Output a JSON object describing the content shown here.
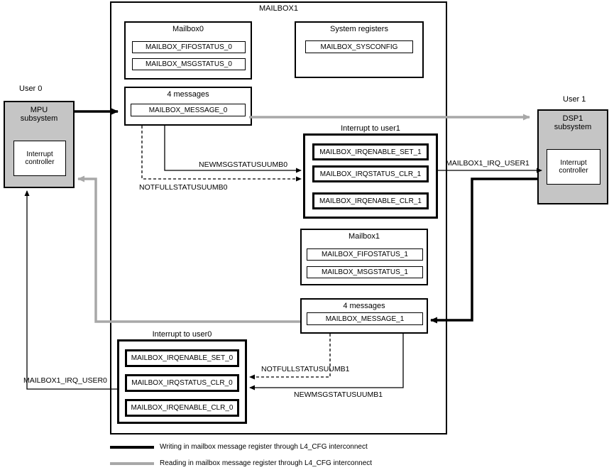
{
  "colors": {
    "black": "#000000",
    "gray_line": "#a8a8a8",
    "gray_fill": "#c5c5c5"
  },
  "outer": {
    "title": "MAILBOX1"
  },
  "users": {
    "user0": {
      "label": "User 0",
      "box": "MPU subsystem",
      "inner": "Interrupt controller"
    },
    "user1": {
      "label": "User 1",
      "box": "DSP1 subsystem",
      "inner": "Interrupt controller"
    }
  },
  "mailbox0": {
    "title": "Mailbox0",
    "registers": [
      "MAILBOX_FIFOSTATUS_0",
      "MAILBOX_MSGSTATUS_0"
    ]
  },
  "system_registers": {
    "title": "System registers",
    "registers": [
      "MAILBOX_SYSCONFIG"
    ]
  },
  "messages0": {
    "title": "4 messages",
    "register": "MAILBOX_MESSAGE_0"
  },
  "interrupt_user1": {
    "title": "Interrupt to user1",
    "registers": [
      "MAILBOX_IRQENABLE_SET_1",
      "MAILBOX_IRQSTATUS_CLR_1",
      "MAILBOX_IRQENABLE_CLR_1"
    ]
  },
  "mailbox1": {
    "title": "Mailbox1",
    "registers": [
      "MAILBOX_FIFOSTATUS_1",
      "MAILBOX_MSGSTATUS_1"
    ]
  },
  "messages1": {
    "title": "4 messages",
    "register": "MAILBOX_MESSAGE_1"
  },
  "interrupt_user0": {
    "title": "Interrupt to user0",
    "registers": [
      "MAILBOX_IRQENABLE_SET_0",
      "MAILBOX_IRQSTATUS_CLR_0",
      "MAILBOX_IRQENABLE_CLR_0"
    ]
  },
  "signals": {
    "newmsg0": "NEWMSGSTATUSUUMB0",
    "notfull0": "NOTFULLSTATUSUUMB0",
    "irq_user1": "MAILBOX1_IRQ_USER1",
    "irq_user0": "MAILBOX1_IRQ_USER0",
    "notfull1": "NOTFULLSTATUSUUMB1",
    "newmsg1": "NEWMSGSTATUSUUMB1"
  },
  "legend": [
    {
      "style": "black",
      "label": "Writing in mailbox message register through L4_CFG interconnect"
    },
    {
      "style": "gray",
      "label": "Reading in mailbox message register through L4_CFG interconnect"
    }
  ]
}
